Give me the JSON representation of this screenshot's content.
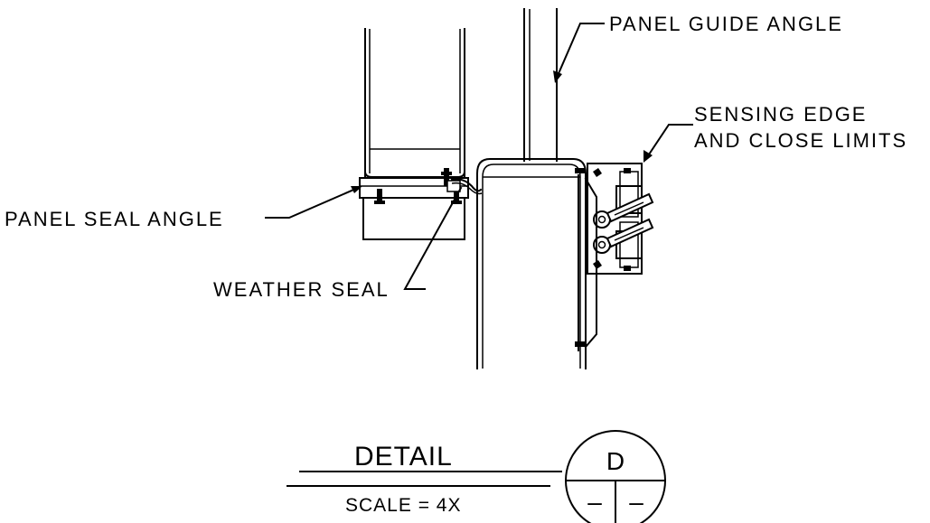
{
  "callouts": {
    "panel_guide_angle": "PANEL GUIDE ANGLE",
    "sensing_edge_line1": "SENSING EDGE",
    "sensing_edge_line2": "AND CLOSE LIMITS",
    "panel_seal_angle": "PANEL SEAL ANGLE",
    "weather_seal": "WEATHER SEAL"
  },
  "title_block": {
    "title": "DETAIL",
    "scale": "SCALE = 4X",
    "detail_mark": "D",
    "sheet_left": "–",
    "sheet_right": "–"
  }
}
